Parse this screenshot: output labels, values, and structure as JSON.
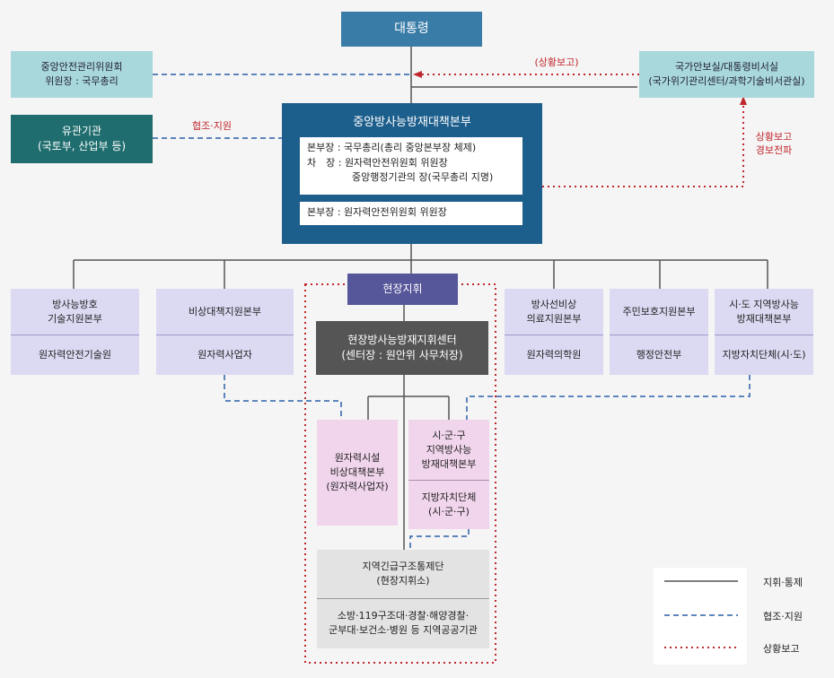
{
  "top": {
    "president": "대통령"
  },
  "left_boxes": {
    "central_safety_committee": [
      "중앙안전관리위원회",
      "위원장 : 국무총리"
    ],
    "related_agencies": [
      "유관기관",
      "(국토부, 산업부 등)"
    ]
  },
  "right_box": {
    "national_security": [
      "국가안보실/대통령비서실",
      "(국가위기관리센터/과학기술비서관실)"
    ]
  },
  "central_hq": {
    "title": "중앙방사능방재대책본부",
    "detail_lines": [
      "본부장 : 국무총리(총리 중앙본부장 체제)",
      "차　장 : 원자력안전위원회 위원장",
      "중앙행정기관의 장(국무총리 지명)"
    ],
    "alt_line": "본부장 : 원자력안전위원회 위원장"
  },
  "labels": {
    "situation_report": "(상황보고)",
    "coop_support": "협조·지원",
    "report_alert": [
      "상황보고",
      "경보전파"
    ]
  },
  "branches": {
    "rad_tech": {
      "title": [
        "방사능방호",
        "기술지원본부"
      ],
      "sub": "원자력안전기술원"
    },
    "emergency": {
      "title": "비상대책지원본부",
      "sub": "원자력사업자"
    },
    "rad_medical": {
      "title": [
        "방사선비상",
        "의료지원본부"
      ],
      "sub": "원자력의학원"
    },
    "resident": {
      "title": "주민보호지원본부",
      "sub": "행정안전부"
    },
    "provincial": {
      "title": [
        "시·도 지역방사능",
        "방재대책본부"
      ],
      "sub": "지방자치단체(시·도)"
    }
  },
  "field": {
    "command": "현장지휘",
    "center": [
      "현장방사능방재지휘센터",
      "(센터장 : 원안위 사무처장)"
    ],
    "facility": [
      "원자력시설",
      "비상대책본부",
      "(원자력사업자)"
    ],
    "city": {
      "title": [
        "시·군·구",
        "지역방사능",
        "방재대책본부"
      ],
      "sub": [
        "지방자치단체",
        "(시·군·구)"
      ]
    },
    "emergency_control": {
      "title": [
        "지역긴급구조통제단",
        "(현장지휘소)"
      ],
      "sub": [
        "소방·119구조대·경찰·해양경찰·",
        "군부대·보건소·병원 등 지역공공기관"
      ]
    }
  },
  "legend": {
    "command": "지휘·통제",
    "coop": "협조·지원",
    "report": "상황보고"
  },
  "colors": {
    "solid": "#555555",
    "dashed": "#2b5fa8",
    "dotted": "#c0272d"
  }
}
